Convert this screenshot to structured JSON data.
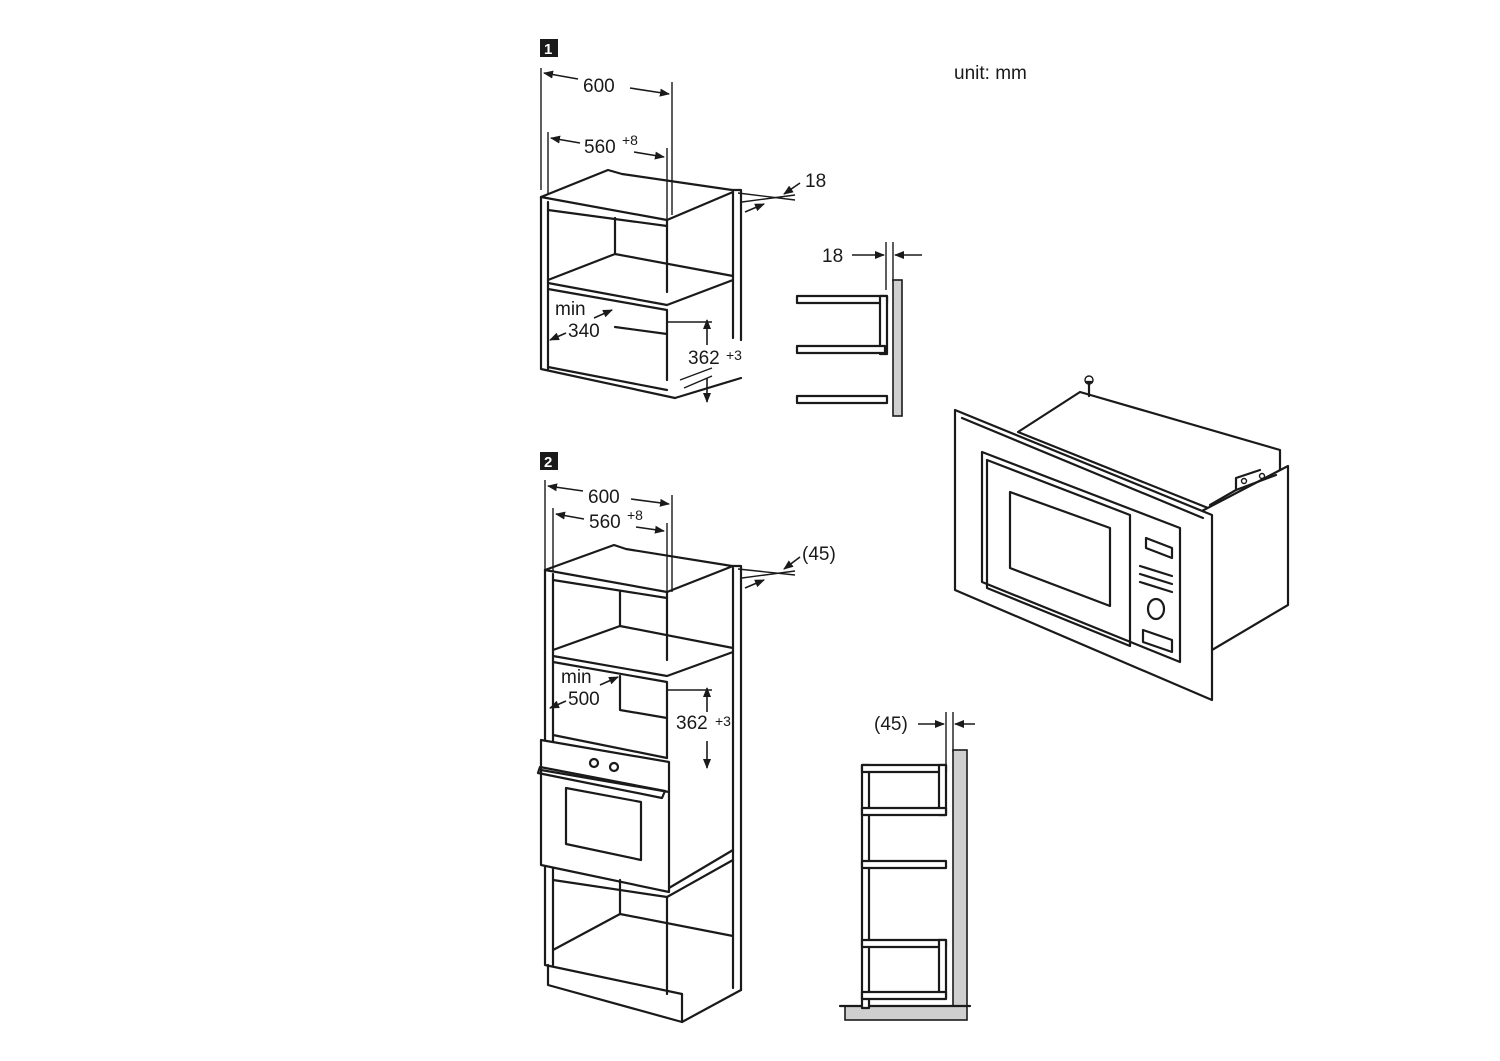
{
  "unit_label": "unit: mm",
  "step1": {
    "badge": "1",
    "dim_cabinet_width": "600",
    "dim_niche_width": "560",
    "dim_niche_width_tol": "+8",
    "dim_side_thickness": "18",
    "dim_min_label": "min",
    "dim_min_depth": "340",
    "dim_niche_height": "362",
    "dim_niche_height_tol": "+3",
    "detail_thickness": "18"
  },
  "step2": {
    "badge": "2",
    "dim_cabinet_width": "600",
    "dim_niche_width": "560",
    "dim_niche_width_tol": "+8",
    "dim_side_thickness": "(45)",
    "dim_min_label": "min",
    "dim_min_depth": "500",
    "dim_niche_height": "362",
    "dim_niche_height_tol": "+3",
    "detail_thickness": "(45)"
  },
  "icons": {
    "step1": "cabinet-wall-unit",
    "step2": "tall-cabinet-with-oven",
    "microwave": "built-in-microwave",
    "detail1": "side-panel-section",
    "detail2": "side-panel-section-tall"
  }
}
